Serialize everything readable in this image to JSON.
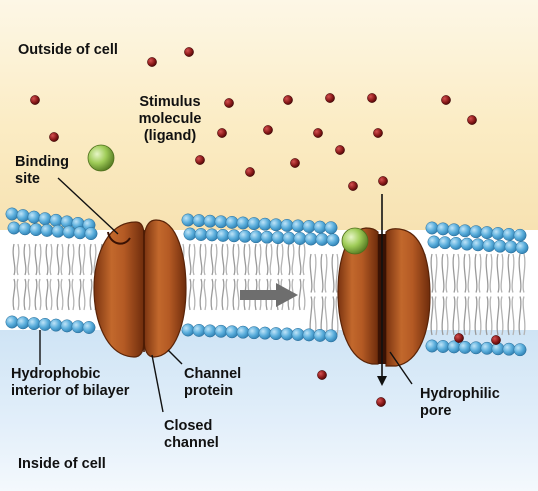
{
  "labels": {
    "outside": "Outside of cell",
    "inside": "Inside of cell",
    "stimulus": [
      "Stimulus",
      "molecule",
      "(ligand)"
    ],
    "binding": [
      "Binding",
      "site"
    ],
    "hydrophobic": [
      "Hydrophobic",
      "interior of bilayer"
    ],
    "channel_protein": [
      "Channel",
      "protein"
    ],
    "closed_channel": [
      "Closed",
      "channel"
    ],
    "hydrophilic_pore": [
      "Hydrophilic",
      "pore"
    ]
  },
  "colors": {
    "outside_bg": "#fbecc4",
    "inside_bg": "#dcecf8",
    "lipid_head": "#5aaedc",
    "lipid_tail": "#9a9a9a",
    "protein": "#b45a24",
    "protein_dark": "#7a3310",
    "ligand": "#8fbf4a",
    "ion": "#8b1a1a",
    "arrow": "#6e6e6e"
  },
  "icons": {
    "ion": "ion-icon",
    "ligand": "ligand-icon",
    "transition_arrow": "arrow-right-icon"
  }
}
